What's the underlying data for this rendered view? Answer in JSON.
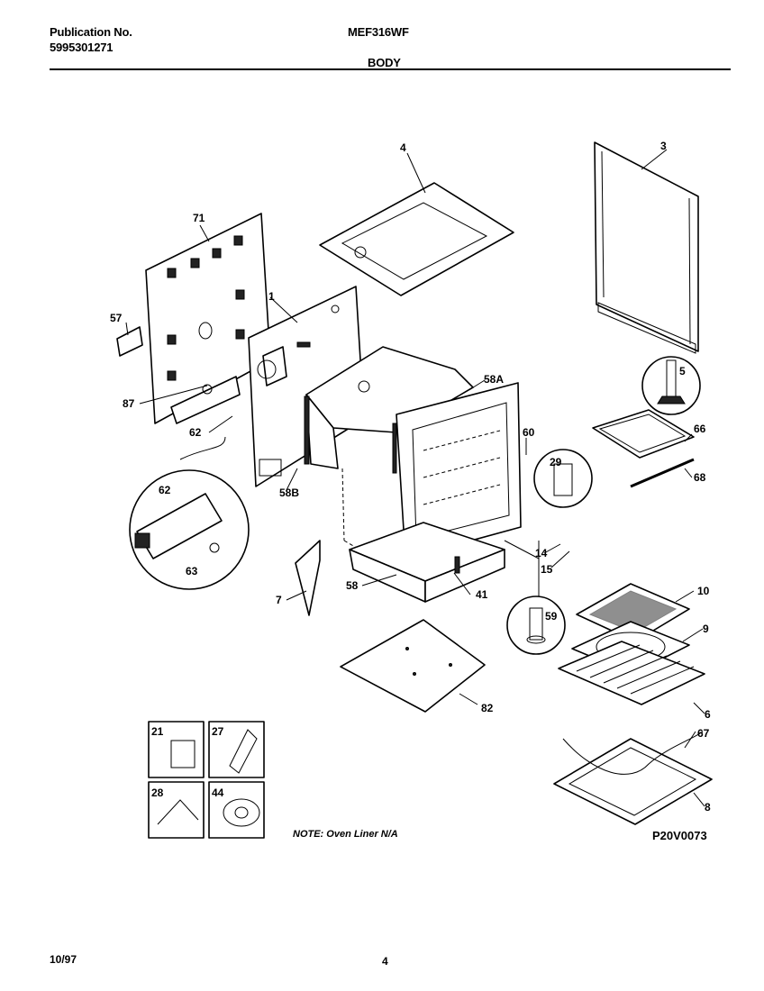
{
  "header": {
    "publication_label": "Publication No.",
    "publication_number": "5995301271",
    "model": "MEF316WF",
    "section_title": "BODY"
  },
  "diagram": {
    "callouts": {
      "c71": "71",
      "c1": "1",
      "c4": "4",
      "c3": "3",
      "c57": "57",
      "c87": "87",
      "c62a": "62",
      "c58A": "58A",
      "c5": "5",
      "c66": "66",
      "c60": "60",
      "c29": "29",
      "c68": "68",
      "c58B": "58B",
      "c62b": "62",
      "c63": "63",
      "c14": "14",
      "c15": "15",
      "c7": "7",
      "c58": "58",
      "c41": "41",
      "c10": "10",
      "c59": "59",
      "c9": "9",
      "c82": "82",
      "c6": "6",
      "c67": "67",
      "c8": "8",
      "c21": "21",
      "c27": "27",
      "c28": "28",
      "c44": "44"
    },
    "note": "NOTE: Oven Liner N/A",
    "drawing_code": "P20V0073"
  },
  "footer": {
    "date": "10/97",
    "page": "4"
  }
}
